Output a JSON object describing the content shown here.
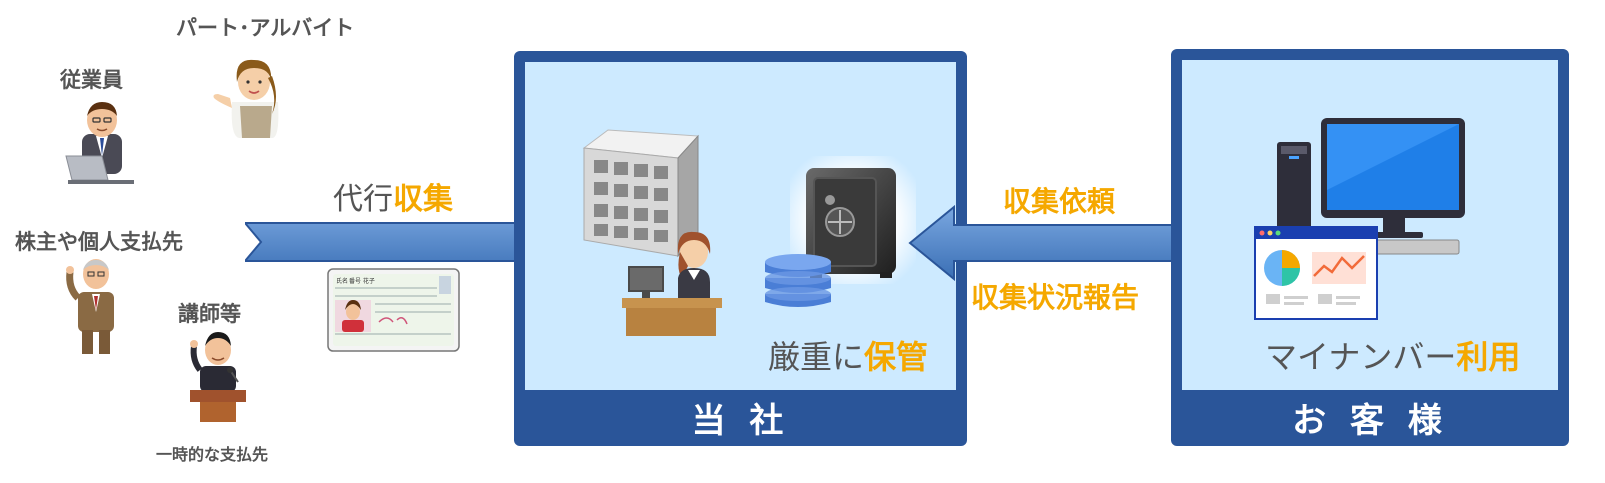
{
  "people": {
    "part_time": "パート･アルバイト",
    "employee": "従業員",
    "shareholder": "株主や個人支払先",
    "lecturer": "講師等",
    "temporary": "一時的な支払先"
  },
  "collect_label": {
    "prefix": "代行",
    "accent": "収集"
  },
  "company": {
    "title": "当 社",
    "storage_caption": {
      "prefix": "厳重に",
      "accent": "保管"
    }
  },
  "requests": {
    "top": "収集依頼",
    "bottom": "収集状況報告"
  },
  "customer": {
    "title": "お 客 様",
    "usage_caption": {
      "prefix": "マイナンバー",
      "accent": "利用"
    }
  },
  "card": {
    "name_label": "氏名",
    "name": "番号 花子"
  },
  "colors": {
    "panel_border": "#2a5599",
    "panel_fill": "#cdeaff",
    "accent": "#f5a800",
    "arrow": "#4a80c4"
  }
}
